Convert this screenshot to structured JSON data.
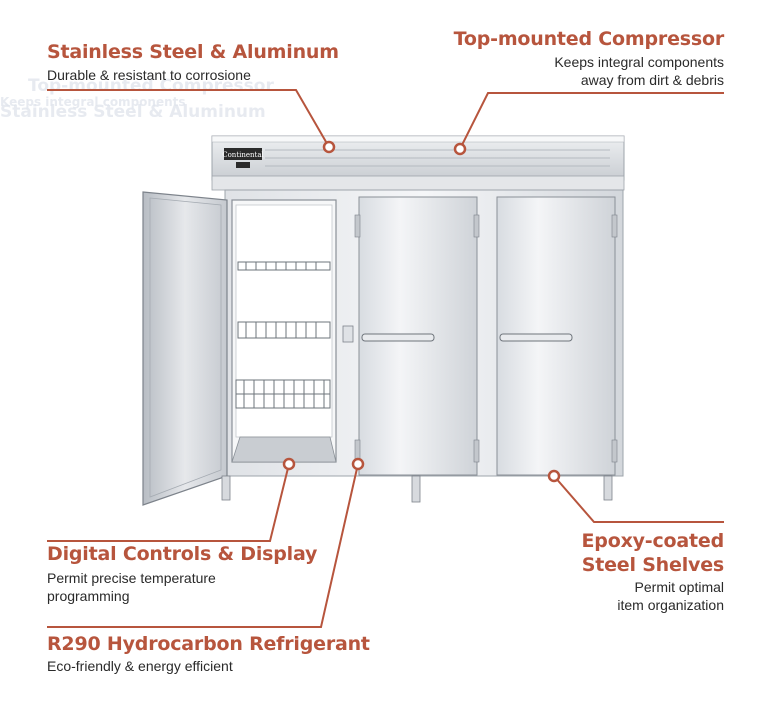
{
  "brand_plate": "Continental",
  "features": {
    "stainless": {
      "title": "Stainless Steel & Aluminum",
      "desc": "Durable & resistant to corrosione"
    },
    "compressor": {
      "title": "Top-mounted Compressor",
      "desc_line1": "Keeps integral components",
      "desc_line2": "away from dirt & debris"
    },
    "controls": {
      "title": "Digital Controls & Display",
      "desc_line1": "Permit precise temperature",
      "desc_line2": "programming"
    },
    "shelves": {
      "title_line1": "Epoxy-coated",
      "title_line2": "Steel Shelves",
      "desc_line1": "Permit optimal",
      "desc_line2": "item organization"
    },
    "refrigerant": {
      "title": "R290 Hydrocarbon Refrigerant",
      "desc": "Eco-friendly & energy efficient"
    }
  },
  "colors": {
    "accent": "#b7553d",
    "text": "#2a2a2a",
    "steel_light": "#f3f4f6",
    "steel_mid": "#c7cbd1",
    "steel_dark": "#7d838b"
  },
  "icons": [
    "callout-dot-icon",
    "door-handle-icon",
    "wire-shelf-icon"
  ]
}
